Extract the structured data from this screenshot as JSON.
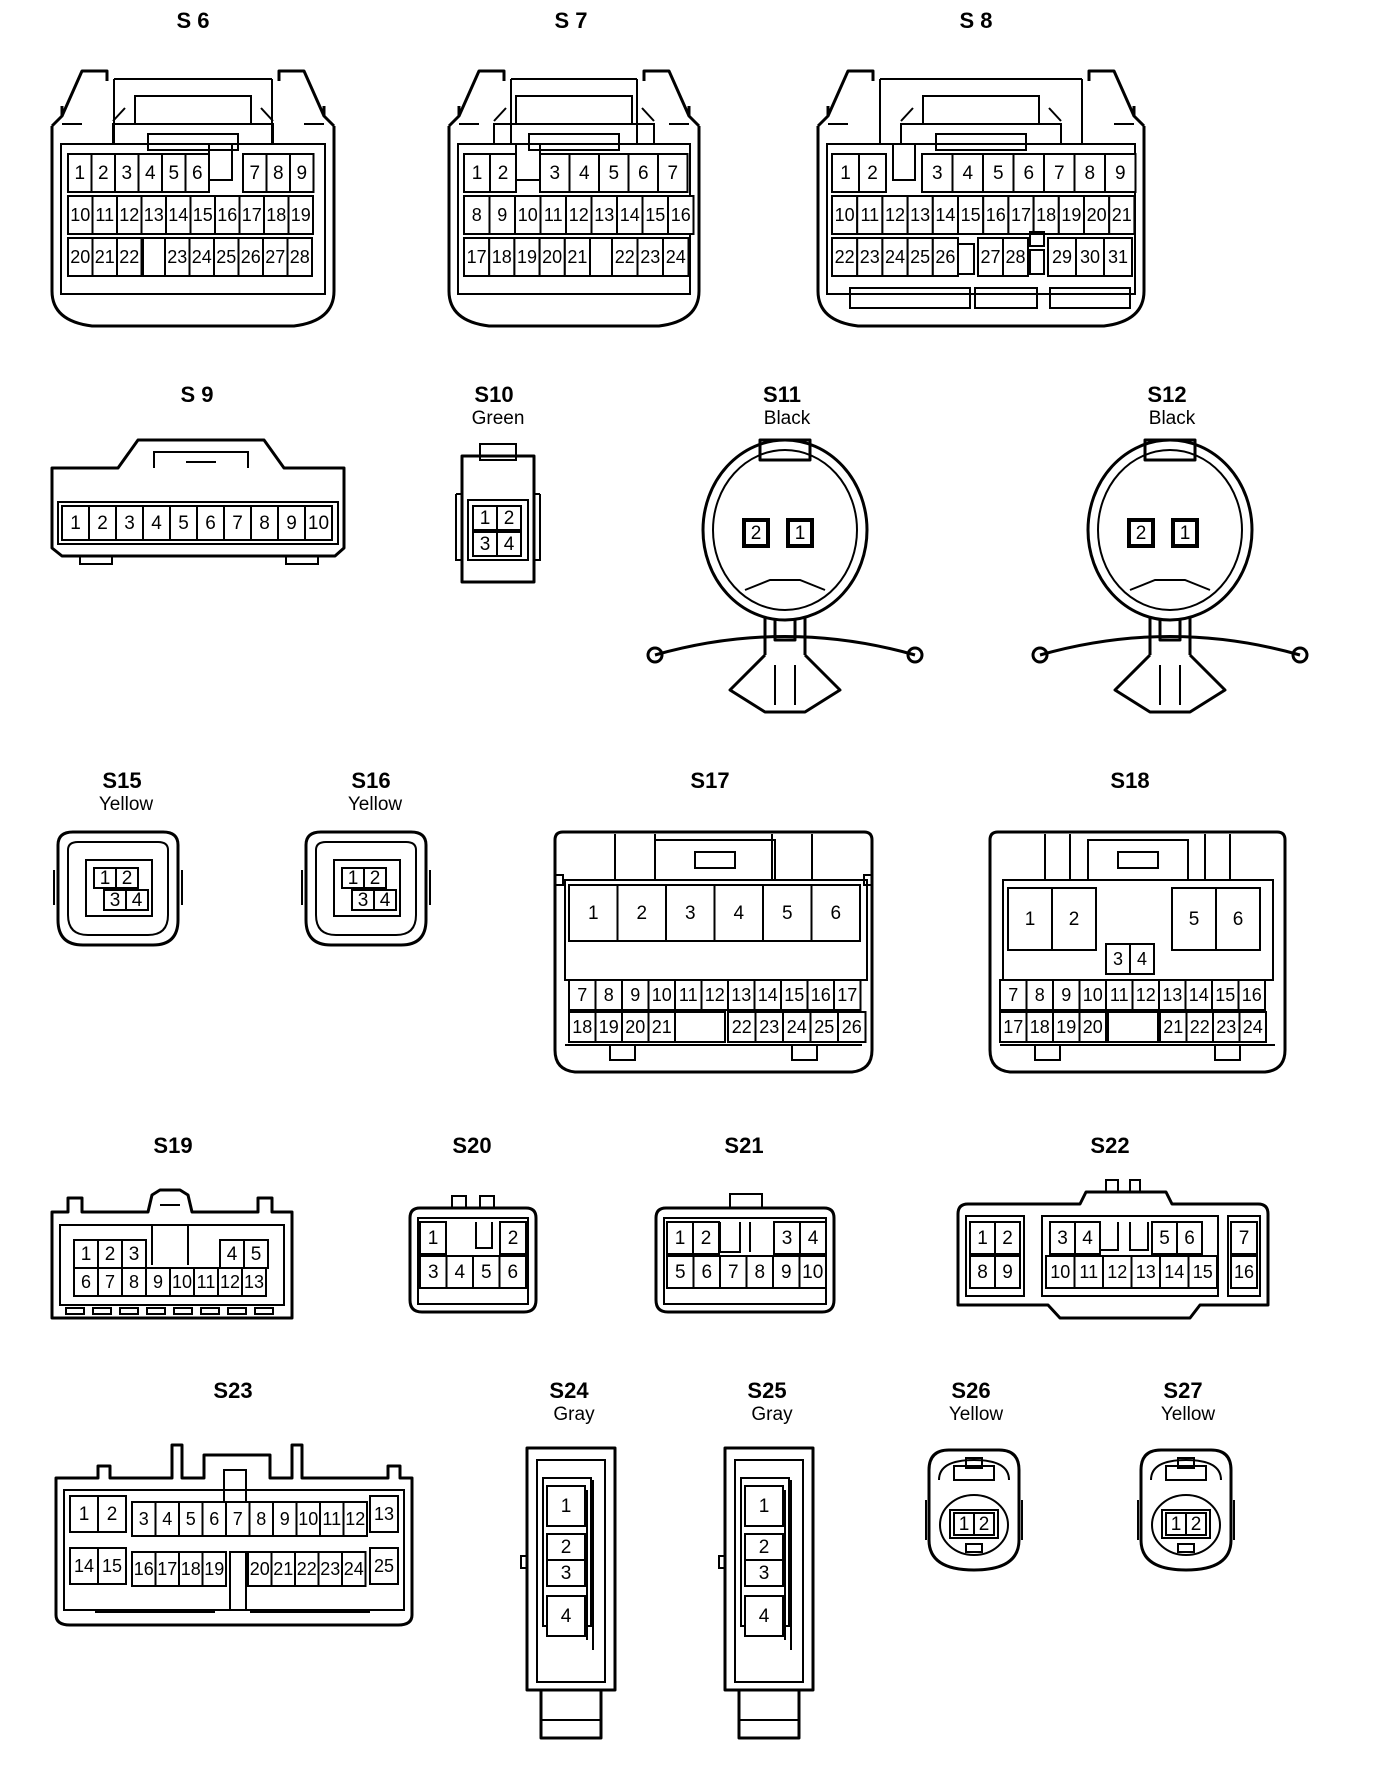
{
  "connectors": [
    {
      "id": "S6",
      "label": "S 6",
      "pins": [
        "1",
        "2",
        "3",
        "4",
        "5",
        "6",
        "7",
        "8",
        "9",
        "10",
        "11",
        "12",
        "13",
        "14",
        "15",
        "16",
        "17",
        "18",
        "19",
        "20",
        "21",
        "22",
        "23",
        "24",
        "25",
        "26",
        "27",
        "28"
      ]
    },
    {
      "id": "S7",
      "label": "S 7",
      "pins": [
        "1",
        "2",
        "3",
        "4",
        "5",
        "6",
        "7",
        "8",
        "9",
        "10",
        "11",
        "12",
        "13",
        "14",
        "15",
        "16",
        "17",
        "18",
        "19",
        "20",
        "21",
        "22",
        "23",
        "24"
      ]
    },
    {
      "id": "S8",
      "label": "S 8",
      "pins": [
        "1",
        "2",
        "3",
        "4",
        "5",
        "6",
        "7",
        "8",
        "9",
        "10",
        "11",
        "12",
        "13",
        "14",
        "15",
        "16",
        "17",
        "18",
        "19",
        "20",
        "21",
        "22",
        "23",
        "24",
        "25",
        "26",
        "27",
        "28",
        "29",
        "30",
        "31"
      ]
    },
    {
      "id": "S9",
      "label": "S 9",
      "pins": [
        "1",
        "2",
        "3",
        "4",
        "5",
        "6",
        "7",
        "8",
        "9",
        "10"
      ]
    },
    {
      "id": "S10",
      "label": "S10",
      "color": "Green",
      "pins": [
        "1",
        "2",
        "3",
        "4"
      ]
    },
    {
      "id": "S11",
      "label": "S11",
      "color": "Black",
      "pins": [
        "2",
        "1"
      ]
    },
    {
      "id": "S12",
      "label": "S12",
      "color": "Black",
      "pins": [
        "2",
        "1"
      ]
    },
    {
      "id": "S15",
      "label": "S15",
      "color": "Yellow",
      "pins": [
        "1",
        "2",
        "3",
        "4"
      ]
    },
    {
      "id": "S16",
      "label": "S16",
      "color": "Yellow",
      "pins": [
        "1",
        "2",
        "3",
        "4"
      ]
    },
    {
      "id": "S17",
      "label": "S17",
      "pins": [
        "1",
        "2",
        "3",
        "4",
        "5",
        "6",
        "7",
        "8",
        "9",
        "10",
        "11",
        "12",
        "13",
        "14",
        "15",
        "16",
        "17",
        "18",
        "19",
        "20",
        "21",
        "22",
        "23",
        "24",
        "25",
        "26"
      ]
    },
    {
      "id": "S18",
      "label": "S18",
      "pins": [
        "1",
        "2",
        "3",
        "4",
        "5",
        "6",
        "7",
        "8",
        "9",
        "10",
        "11",
        "12",
        "13",
        "14",
        "15",
        "16",
        "17",
        "18",
        "19",
        "20",
        "21",
        "22",
        "23",
        "24"
      ]
    },
    {
      "id": "S19",
      "label": "S19",
      "pins": [
        "1",
        "2",
        "3",
        "4",
        "5",
        "6",
        "7",
        "8",
        "9",
        "10",
        "11",
        "12",
        "13"
      ]
    },
    {
      "id": "S20",
      "label": "S20",
      "pins": [
        "1",
        "2",
        "3",
        "4",
        "5",
        "6"
      ]
    },
    {
      "id": "S21",
      "label": "S21",
      "pins": [
        "1",
        "2",
        "3",
        "4",
        "5",
        "6",
        "7",
        "8",
        "9",
        "10"
      ]
    },
    {
      "id": "S22",
      "label": "S22",
      "pins": [
        "1",
        "2",
        "3",
        "4",
        "5",
        "6",
        "7",
        "8",
        "9",
        "10",
        "11",
        "12",
        "13",
        "14",
        "15",
        "16"
      ]
    },
    {
      "id": "S23",
      "label": "S23",
      "pins": [
        "1",
        "2",
        "3",
        "4",
        "5",
        "6",
        "7",
        "8",
        "9",
        "10",
        "11",
        "12",
        "13",
        "14",
        "15",
        "16",
        "17",
        "18",
        "19",
        "20",
        "21",
        "22",
        "23",
        "24",
        "25"
      ]
    },
    {
      "id": "S24",
      "label": "S24",
      "color": "Gray",
      "pins": [
        "1",
        "2",
        "3",
        "4"
      ]
    },
    {
      "id": "S25",
      "label": "S25",
      "color": "Gray",
      "pins": [
        "1",
        "2",
        "3",
        "4"
      ]
    },
    {
      "id": "S26",
      "label": "S26",
      "color": "Yellow",
      "pins": [
        "1",
        "2"
      ]
    },
    {
      "id": "S27",
      "label": "S27",
      "color": "Yellow",
      "pins": [
        "1",
        "2"
      ]
    }
  ]
}
